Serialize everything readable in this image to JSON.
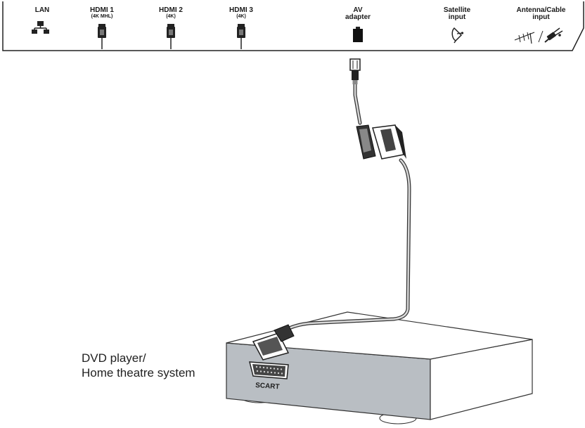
{
  "panel": {
    "ports": [
      {
        "name": "LAN",
        "sub": "",
        "icon": "lan-icon"
      },
      {
        "name": "HDMI 1",
        "sub": "(4K MHL)",
        "icon": "hdmi-port-icon"
      },
      {
        "name": "HDMI 2",
        "sub": "(4K)",
        "icon": "hdmi-port-icon"
      },
      {
        "name": "HDMI 3",
        "sub": "(4K)",
        "icon": "hdmi-port-icon"
      },
      {
        "name": "AV",
        "sub": "adapter",
        "icon": "av-adapter-jack-icon"
      },
      {
        "name": "Satellite",
        "sub": "input",
        "icon": "satellite-dish-icon"
      },
      {
        "name": "Antenna/Cable",
        "sub": "input",
        "icon": "antenna-cable-icon"
      }
    ]
  },
  "cable": {
    "top_connector": "av-adapter-plug-icon",
    "middle_connector": "scart-plug-icon",
    "bottom_connector": "scart-plug-icon"
  },
  "device": {
    "label_line1": "DVD player/",
    "label_line2": "Home theatre system",
    "port_label": "SCART",
    "colors": {
      "box_side": "#b9bec3",
      "box_top": "#ffffff",
      "outline": "#333333"
    }
  }
}
